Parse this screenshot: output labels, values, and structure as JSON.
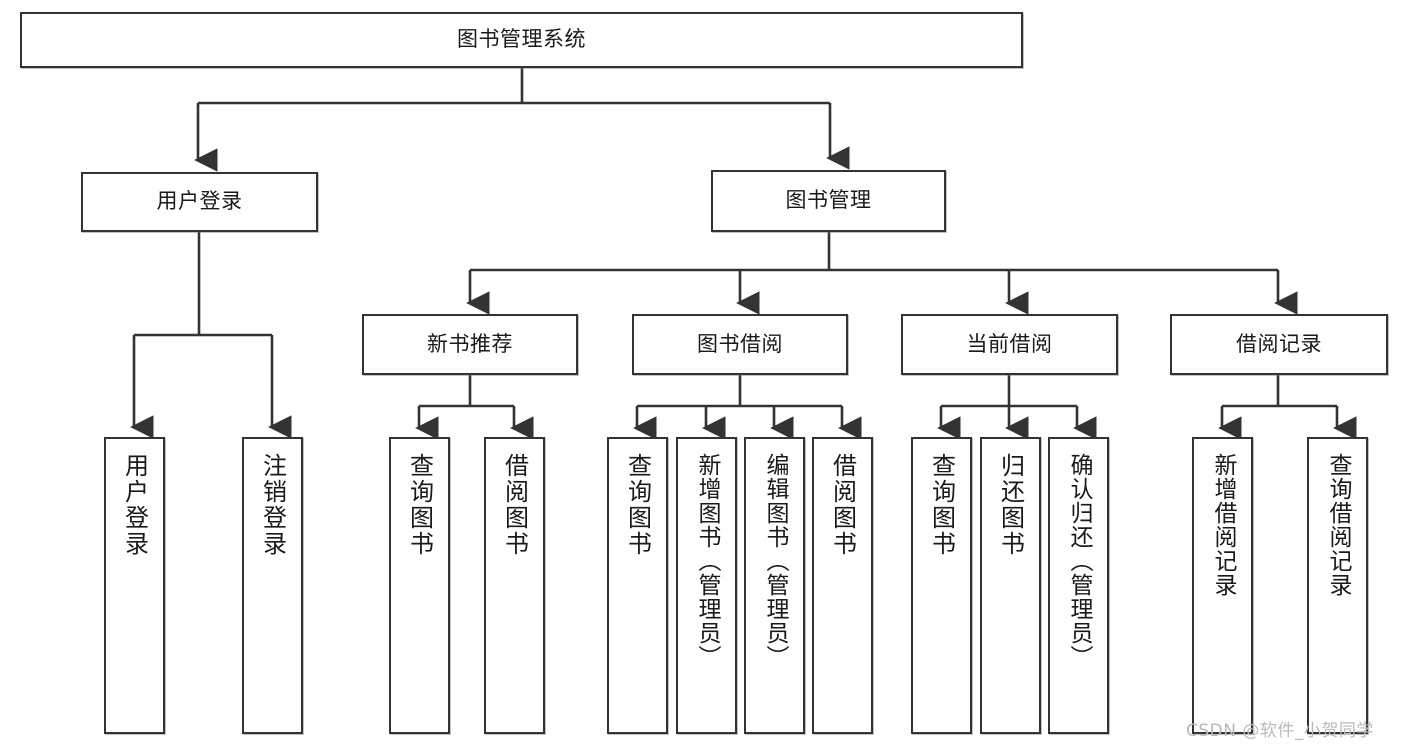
{
  "diagram": {
    "type": "tree-hierarchy",
    "title": "图书管理系统",
    "watermark": "CSDN @软件_小贺同学",
    "colors": {
      "box_border": "#333333",
      "box_fill": "#ffffff",
      "edge": "#333333",
      "text": "#1a1a1a",
      "watermark": "#b9b9b9"
    },
    "nodes": {
      "root": {
        "label": "图书管理系统"
      },
      "level1": [
        {
          "id": "user-login",
          "label": "用户登录"
        },
        {
          "id": "book-manage",
          "label": "图书管理"
        }
      ],
      "level2": [
        {
          "id": "new-book-recommend",
          "label": "新书推荐"
        },
        {
          "id": "book-borrow",
          "label": "图书借阅"
        },
        {
          "id": "current-borrow",
          "label": "当前借阅"
        },
        {
          "id": "borrow-record",
          "label": "借阅记录"
        }
      ],
      "leaves": {
        "user-login": [
          {
            "id": "leaf-user-login",
            "label": "用户登录"
          },
          {
            "id": "leaf-logout-login",
            "label": "注销登录"
          }
        ],
        "new-book-recommend": [
          {
            "id": "leaf-query-book-1",
            "label": "查询图书"
          },
          {
            "id": "leaf-borrow-book-1",
            "label": "借阅图书"
          }
        ],
        "book-borrow": [
          {
            "id": "leaf-query-book-2",
            "label": "查询图书"
          },
          {
            "id": "leaf-add-book-admin",
            "label": "新增图书（管理员）"
          },
          {
            "id": "leaf-edit-book-admin",
            "label": "编辑图书（管理员）"
          },
          {
            "id": "leaf-borrow-book-2",
            "label": "借阅图书"
          }
        ],
        "current-borrow": [
          {
            "id": "leaf-query-book-3",
            "label": "查询图书"
          },
          {
            "id": "leaf-return-book",
            "label": "归还图书"
          },
          {
            "id": "leaf-confirm-return-admin",
            "label": "确认归还（管理员）"
          }
        ],
        "borrow-record": [
          {
            "id": "leaf-add-borrow-record",
            "label": "新增借阅记录"
          },
          {
            "id": "leaf-query-borrow-record",
            "label": "查询借阅记录"
          }
        ]
      }
    }
  }
}
